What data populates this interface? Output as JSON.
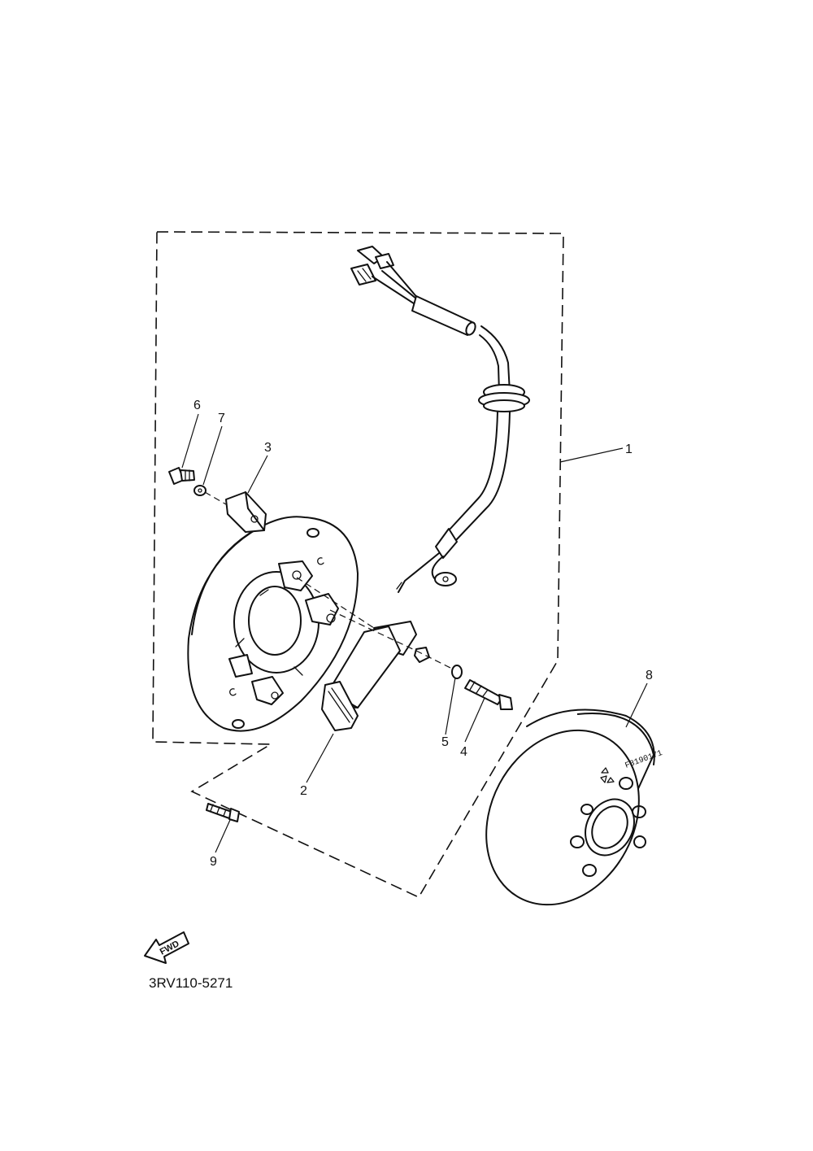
{
  "diagram": {
    "callouts": {
      "c1": "1",
      "c2": "2",
      "c3": "3",
      "c4": "4",
      "c5": "5",
      "c6": "6",
      "c7": "7",
      "c8": "8",
      "c9": "9"
    },
    "fwd_label": "FWD",
    "rotor_marking": "F3190171",
    "drawing_code": "3RV110-5271"
  }
}
